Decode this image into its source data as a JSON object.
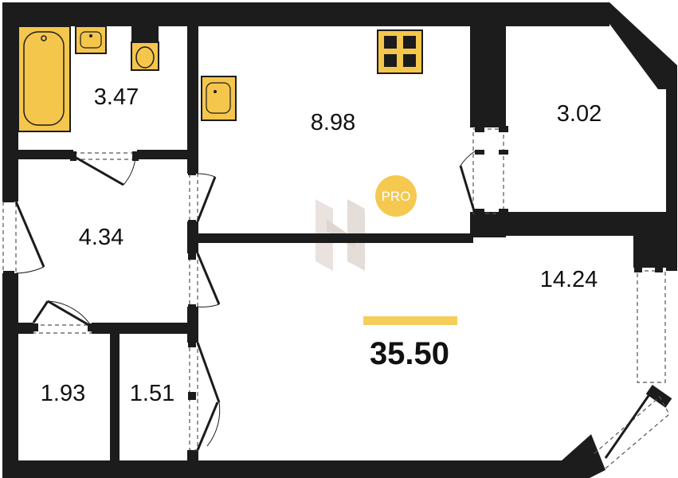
{
  "plan": {
    "rooms": [
      {
        "id": "bathroom",
        "area": "3.47"
      },
      {
        "id": "kitchen",
        "area": "8.98"
      },
      {
        "id": "loggia",
        "area": "3.02"
      },
      {
        "id": "hallway",
        "area": "4.34"
      },
      {
        "id": "living-room",
        "area": "14.24"
      },
      {
        "id": "storage",
        "area": "1.93"
      },
      {
        "id": "wardrobe",
        "area": "1.51"
      }
    ],
    "total_area": "35.50",
    "badge": "PRO"
  },
  "colors": {
    "wall": "#1c1c1c",
    "fixture": "#f5c64c",
    "accent_bar": "#f5cf5a",
    "badge": "#f5c84f",
    "watermark": "#d9cfc8"
  },
  "icons": [
    "bathtub-icon",
    "sink-icon",
    "toilet-icon",
    "stove-icon",
    "kitchen-sink-icon",
    "logo-watermark"
  ]
}
